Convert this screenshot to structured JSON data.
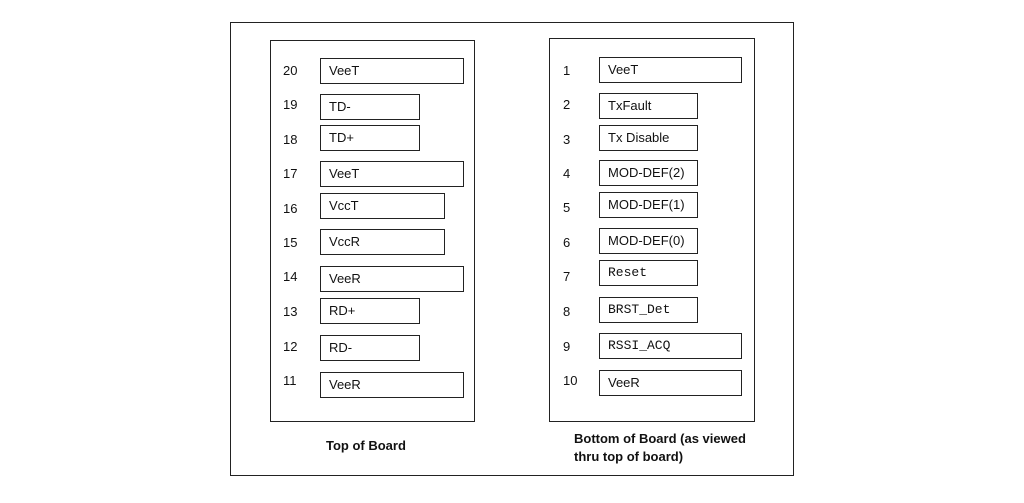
{
  "top_board": {
    "caption": "Top of Board",
    "pins": [
      {
        "num": "20",
        "label": "VeeT"
      },
      {
        "num": "19",
        "label": "TD-"
      },
      {
        "num": "18",
        "label": "TD+"
      },
      {
        "num": "17",
        "label": "VeeT"
      },
      {
        "num": "16",
        "label": "VccT"
      },
      {
        "num": "15",
        "label": "VccR"
      },
      {
        "num": "14",
        "label": "VeeR"
      },
      {
        "num": "13",
        "label": "RD+"
      },
      {
        "num": "12",
        "label": "RD-"
      },
      {
        "num": "11",
        "label": "VeeR"
      }
    ]
  },
  "bottom_board": {
    "caption_line1": "Bottom of Board (as viewed",
    "caption_line2": "thru top of board)",
    "pins": [
      {
        "num": "1",
        "label": "VeeT"
      },
      {
        "num": "2",
        "label": "TxFault"
      },
      {
        "num": "3",
        "label": "Tx Disable"
      },
      {
        "num": "4",
        "label": "MOD-DEF(2)"
      },
      {
        "num": "5",
        "label": "MOD-DEF(1)"
      },
      {
        "num": "6",
        "label": "MOD-DEF(0)"
      },
      {
        "num": "7",
        "label": "Reset"
      },
      {
        "num": "8",
        "label": "BRST_Det"
      },
      {
        "num": "9",
        "label": "RSSI_ACQ"
      },
      {
        "num": "10",
        "label": "VeeR"
      }
    ]
  }
}
